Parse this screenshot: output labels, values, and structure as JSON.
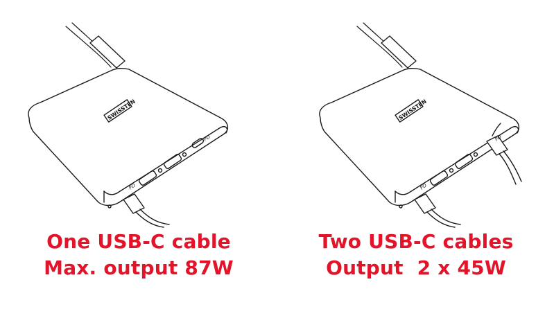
{
  "colors": {
    "caption": "#e3132a",
    "line": "#1a1a1a",
    "fill": "#ffffff"
  },
  "brand": "SWISSTEN",
  "port_label": "PD",
  "panels": [
    {
      "caption_line1": "One USB-C cable",
      "caption_line2": "Max. output 87W"
    },
    {
      "caption_line1": "Two USB-C cables",
      "caption_line2": "Output  2 x 45W"
    }
  ]
}
